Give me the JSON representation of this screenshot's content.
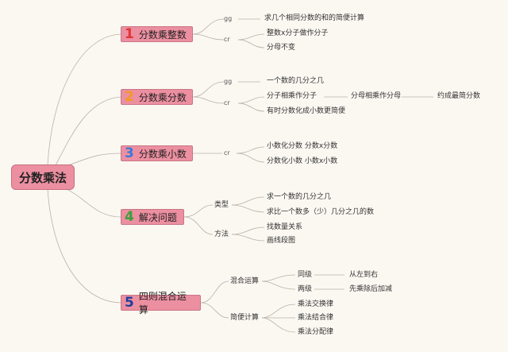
{
  "root": "分数乘法",
  "colors": {
    "one": "#e03535",
    "two": "#f29a1e",
    "three": "#3a78d8",
    "four": "#3aa03a",
    "five": "#1f3f9a"
  },
  "topics": [
    {
      "num": "1",
      "label": "分数乘整数"
    },
    {
      "num": "2",
      "label": "分数乘分数"
    },
    {
      "num": "3",
      "label": "分数乘小数"
    },
    {
      "num": "4",
      "label": "解决问题"
    },
    {
      "num": "5",
      "label": "四则混合运算"
    }
  ],
  "t1": {
    "tag_a": "gg",
    "tag_b": "cr",
    "a1": "求几个相同分数的和的简便计算",
    "b1": "整数x分子做作分子",
    "b2": "分母不变"
  },
  "t2": {
    "tag_a": "gg",
    "tag_b": "cr",
    "a1": "一个数的几分之几",
    "b1": "分子相乘作分子",
    "b1_next": "分母相乘作分母",
    "b1_last": "约成最简分数",
    "b2": "有时分数化成小数更简便"
  },
  "t3": {
    "tag": "cr",
    "a1": "小数化分数 分数x分数",
    "a2": "分数化小数 小数x小数"
  },
  "t4": {
    "type": "类型",
    "method": "方法",
    "a1": "求一个数的几分之几",
    "a2": "求比一个数多（少）几分之几的数",
    "b1": "找数量关系",
    "b2": "画线段图"
  },
  "t5": {
    "mixed": "混合运算",
    "simple": "简便计算",
    "m1": "同级",
    "m1_rule": "从左到右",
    "m2": "两级",
    "m2_rule": "先乘除后加减",
    "s1": "乘法交换律",
    "s2": "乘法结合律",
    "s3": "乘法分配律"
  }
}
